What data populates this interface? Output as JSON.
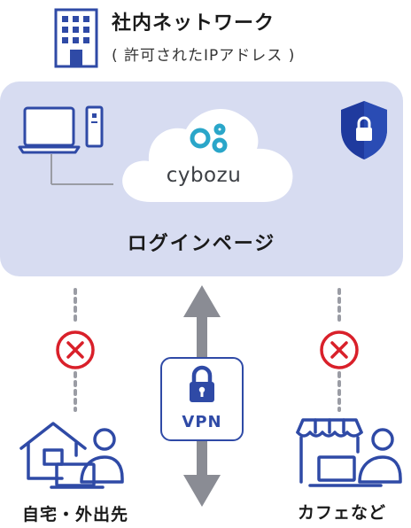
{
  "header": {
    "title": "社内ネットワーク",
    "subtitle": "( 許可されたIPアドレス )"
  },
  "network": {
    "brand": "cybozu",
    "login_label": "ログインページ"
  },
  "vpn": {
    "label": "VPN"
  },
  "access_points": {
    "left_label": "自宅・外出先",
    "right_label": "カフェなど"
  },
  "colors": {
    "panel": "#d7dcf1",
    "brand_blue": "#2f4aa6",
    "shield": "#1f3a9e",
    "block_red": "#d9202a",
    "arrow_gray": "#8a8c94",
    "cloud": "#ffffff",
    "logo_teal": "#2aa6c9"
  },
  "icons": [
    "building-icon",
    "laptop-icon",
    "server-icon",
    "cloud-icon",
    "shield-lock-icon",
    "blocked-icon",
    "padlock-icon",
    "house-worker-icon",
    "cafe-worker-icon",
    "double-arrow-icon"
  ]
}
